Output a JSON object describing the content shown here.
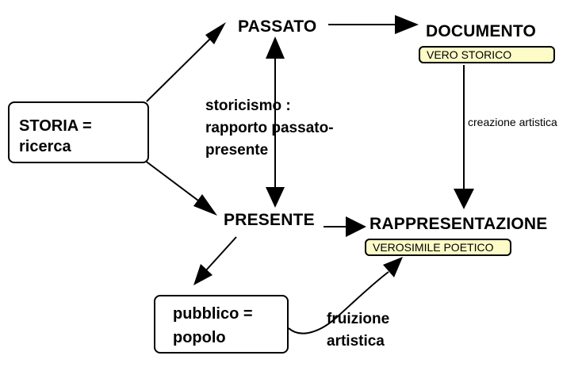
{
  "nodes": {
    "storia": "STORIA =\nricerca",
    "passato": "PASSATO",
    "documento": "DOCUMENTO",
    "vero_storico": "VERO STORICO",
    "presente": "PRESENTE",
    "rappresentazione": "RAPPRESENTAZIONE",
    "verosimile_poetico": "VEROSIMILE POETICO",
    "pubblico": "pubblico =\npopolo"
  },
  "edge_labels": {
    "storicismo": "storicismo :\nrapporto passato-\npresente",
    "creazione": "creazione artistica",
    "fruizione": "fruizione\nartistica"
  },
  "colors": {
    "line": "#000000",
    "tag_fill": "#fdfbc8"
  }
}
